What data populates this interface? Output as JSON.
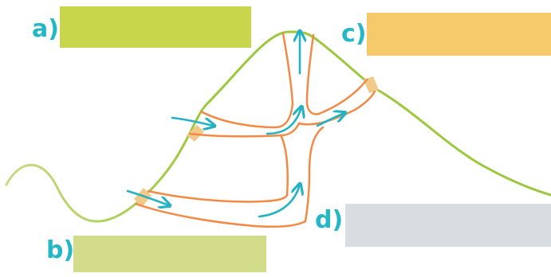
{
  "labels": {
    "a": "a)",
    "b": "b)",
    "c": "c)",
    "d": "d)"
  },
  "answer_boxes": {
    "a": {
      "text": "",
      "color": "#c7d64a"
    },
    "b": {
      "text": "",
      "color": "#d2dc8a"
    },
    "c": {
      "text": "",
      "color": "#f6c96a"
    },
    "d": {
      "text": "",
      "color": "#d7dde0"
    }
  },
  "colors": {
    "land_outline": "#9cc83d",
    "land_outline_light": "#c8db86",
    "channel_outline": "#f28a45",
    "channel_fill": "#ffffff",
    "arrow": "#24b2c3",
    "label_text": "#26b7c6",
    "outlet_patch": "#f2c98b"
  },
  "icons": {
    "flow_arrow": "arrow-icon"
  }
}
